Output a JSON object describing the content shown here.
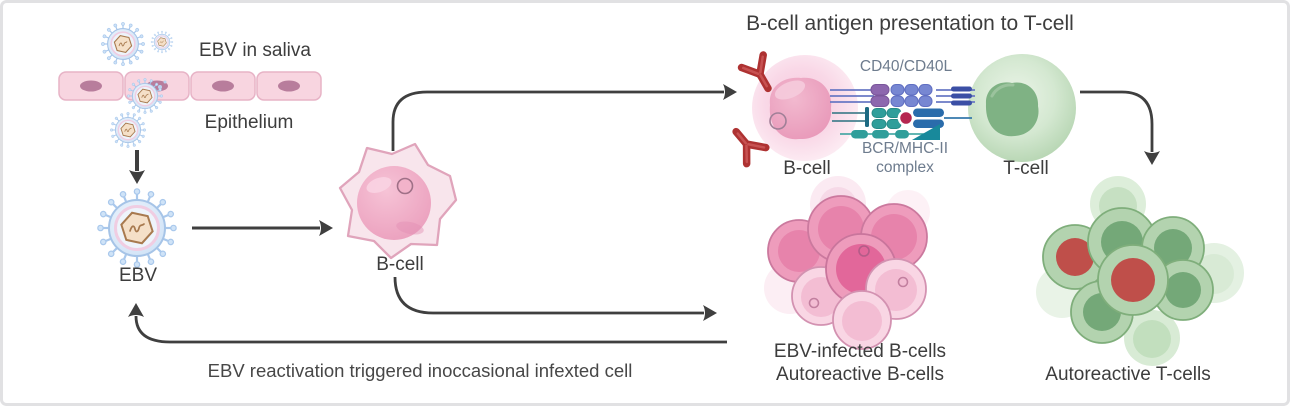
{
  "diagram": {
    "title": "B-cell antigen presentation to T-cell",
    "labels": {
      "ebv_in_saliva": "EBV in saliva",
      "epithelium": "Epithelium",
      "ebv": "EBV",
      "b_cell": "B-cell",
      "presenting_b_cell": "B-cell",
      "t_cell": "T-cell",
      "cd40_cd40l": "CD40/CD40L",
      "bcr_mhc2_line1": "BCR/MHC-II",
      "bcr_mhc2_line2": "complex",
      "infected_b_cells_line1": "EBV-infected B-cells",
      "infected_b_cells_line2": "Autoreactive B-cells",
      "autoreactive_t_cells": "Autoreactive T-cells",
      "reactivation_note": "EBV reactivation triggered inoccasional infexted cell"
    },
    "colors": {
      "text_dark": "#3d3d3d",
      "text_slate": "#6e7c8e",
      "arrow": "#3f3f3f",
      "virus_envelope_blue": "#cfe3f7",
      "virus_capsid_tan": "#f5e0c8",
      "epithelium_pink": "#f8d5e0",
      "b_cell_pink": "#f0abc4",
      "t_cell_green": "#b4d4b0",
      "antibody_red": "#ae3232",
      "cd40_purple": "#8d67ae",
      "cd40l_blue": "#7787d2",
      "mhc_teal": "#2f9e9a",
      "bcr_blue": "#2a6cab",
      "antigen_red": "#b52750",
      "autoreactive_nucleus_red": "#bf4f4a"
    }
  }
}
